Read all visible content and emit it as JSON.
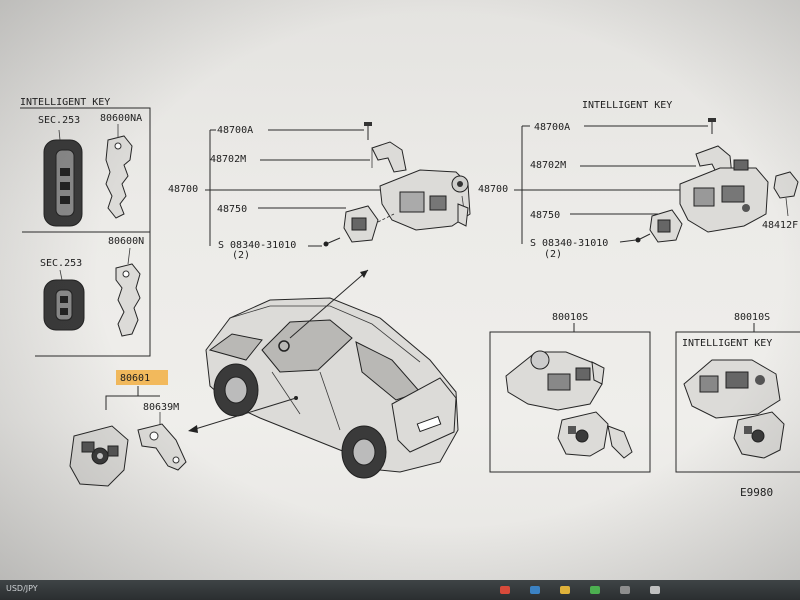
{
  "top_left_panel": {
    "title": "INTELLIGENT KEY",
    "ref_upper_a": "SEC.253",
    "ref_upper_b": "80600NA",
    "ref_lower_a": "SEC.253",
    "ref_lower_b": "80600N"
  },
  "left_group": {
    "ref_main": "80601",
    "ref_sub": "80639M",
    "highlight_color": "#f2b24c"
  },
  "center_assembly": {
    "ref_a": "48700A",
    "ref_b": "48702M",
    "ref_main": "48700",
    "ref_c": "48750",
    "bolt": "S 08340-31010",
    "bolt_qty": "(2)"
  },
  "right_assembly": {
    "title": "INTELLIGENT KEY",
    "ref_a": "48700A",
    "ref_b": "48702M",
    "ref_main": "48700",
    "ref_c": "48750",
    "ref_side": "48412F",
    "bolt": "S 08340-31010",
    "bolt_qty": "(2)"
  },
  "kit_box_1": {
    "ref": "80010S"
  },
  "kit_box_2": {
    "ref": "80010S",
    "title": "INTELLIGENT KEY"
  },
  "figure_id": "E9980",
  "taskbar": {
    "tray_label": "USD/JPY"
  }
}
